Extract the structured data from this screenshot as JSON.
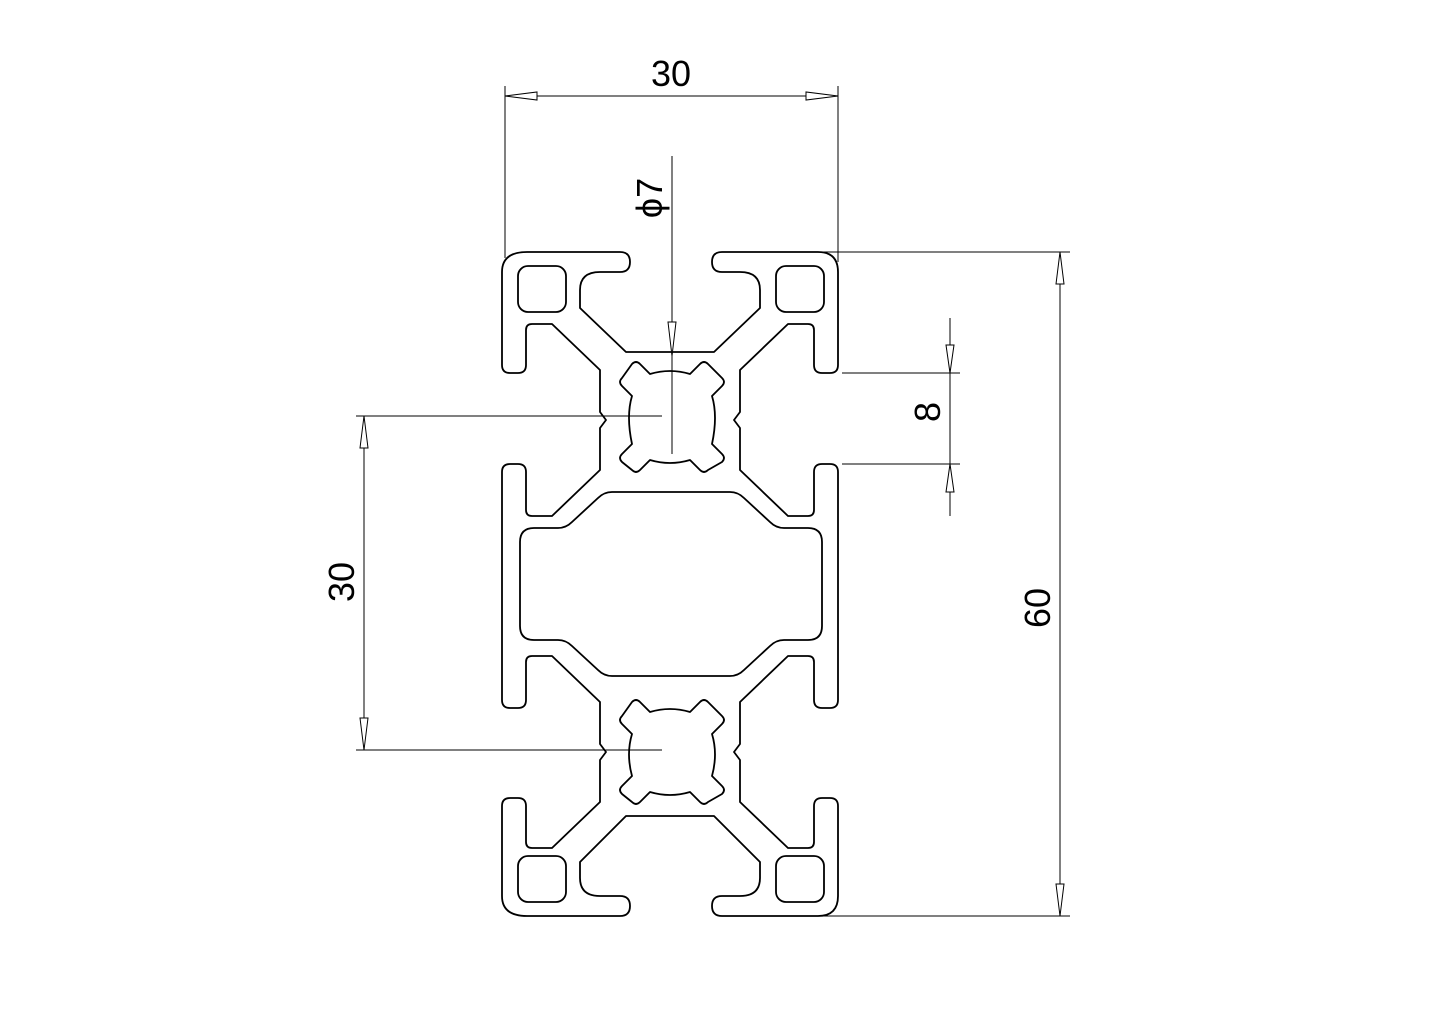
{
  "drawing": {
    "dimensions": {
      "top_width": "30",
      "hole_diameter": "ϕ7",
      "slot_width": "8",
      "overall_height": "60",
      "slot_pitch": "30"
    }
  }
}
